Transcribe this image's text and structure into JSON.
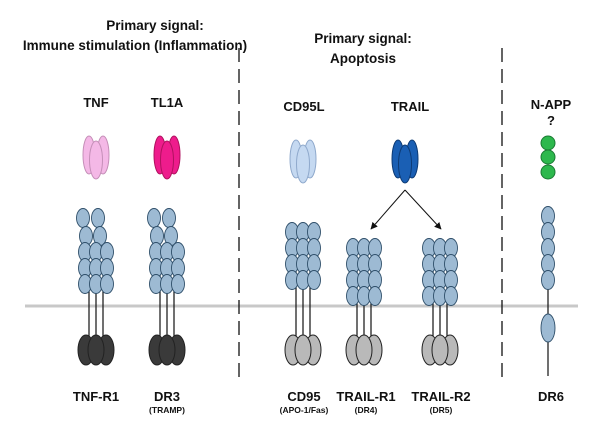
{
  "headers": {
    "left_line1": "Primary signal:",
    "left_line2": "Immune stimulation (Inflammation)",
    "mid_line1": "Primary signal:",
    "mid_line2": "Apoptosis"
  },
  "ligands": {
    "tnf": "TNF",
    "tl1a": "TL1A",
    "cd95l": "CD95L",
    "trail": "TRAIL",
    "napp": "N-APP",
    "napp_q": "?"
  },
  "receptors": {
    "tnfr1": "TNF-R1",
    "dr3": "DR3",
    "dr3_alt": "(TRAMP)",
    "cd95": "CD95",
    "cd95_alt": "(APO-1/Fas)",
    "trailr1": "TRAIL-R1",
    "trailr1_alt": "(DR4)",
    "trailr2": "TRAIL-R2",
    "trailr2_alt": "(DR5)",
    "dr6": "DR6"
  },
  "colors": {
    "tnf": "#f4b8e6",
    "tl1a": "#ee1c8c",
    "cd95l": "#c5d9f1",
    "trail": "#1a5fb4",
    "napp": "#2db84d",
    "crd": "#9dbad3",
    "crd_stroke": "#2f4f6a",
    "death_dark": "#3a3a3a",
    "death_light": "#b9b9b9",
    "membrane": "#c8c8c8"
  }
}
